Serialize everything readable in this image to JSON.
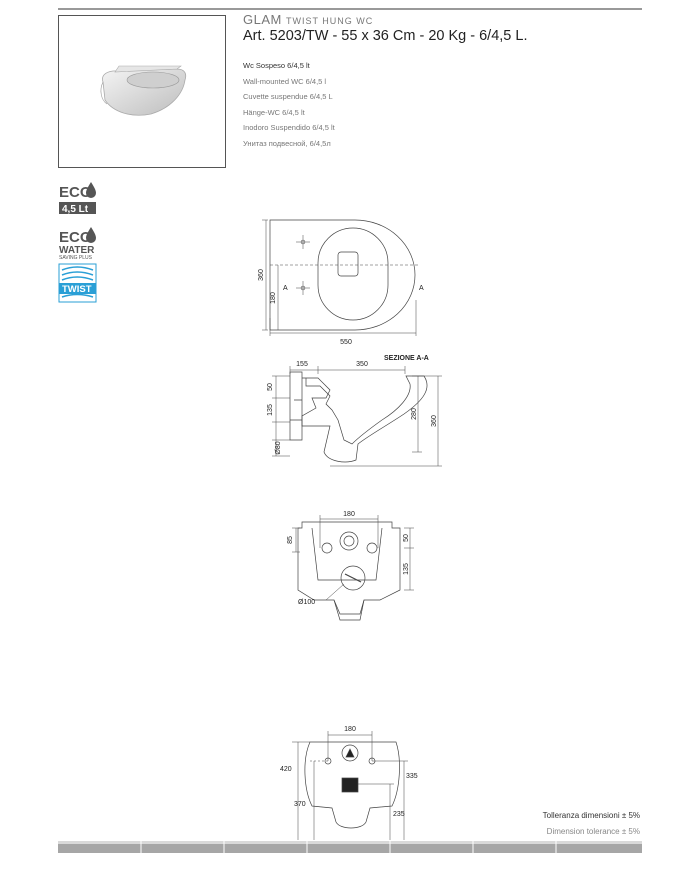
{
  "header": {
    "series_name": "GLAM",
    "series_sub": "TWIST HUNG WC",
    "article": "Art. 5203/TW - 55 x 36 Cm - 20 Kg - 6/4,5 L."
  },
  "descriptions": [
    "Wc Sospeso 6/4,5 lt",
    "Wall-mounted WC 6/4,5 l",
    "Cuvette suspendue 6/4,5 L",
    "Hänge-WC 6/4,5 lt",
    "Inodoro Suspendido 6/4,5 lt",
    "Унитаз подвесной, 6/4,5л"
  ],
  "badges": {
    "eco45_top": "ECO",
    "eco45_bottom": "4,5 Lt",
    "ecowater_top": "ECO",
    "ecowater_mid": "WATER",
    "ecowater_bottom": "SAVING PLUS",
    "twist": "TWIST",
    "eco_color": "#555555",
    "twist_color": "#2a9fd6"
  },
  "plan_view": {
    "dim_width": "550",
    "dim_height": "360",
    "dim_half": "180",
    "section_left": "A",
    "section_right": "A"
  },
  "section_view": {
    "title": "SEZIONE A-A",
    "dim_a": "155",
    "dim_b": "350",
    "dim_c": "50",
    "dim_d": "135",
    "dim_e": "Ø80",
    "dim_f": "280",
    "dim_g": "360"
  },
  "rear_view": {
    "dim_top": "180",
    "dim_left": "85",
    "dim_right_top": "50",
    "dim_right": "135",
    "dim_outlet": "Ø100"
  },
  "wall_view": {
    "dim_top": "180",
    "dim_left_outer": "420",
    "dim_left_inner": "370",
    "dim_right_top": "335",
    "dim_right_bottom": "235"
  },
  "tolerance": {
    "line_it": "Tolleranza dimensioni ± 5%",
    "line_en": "Dimension tolerance ± 5%"
  }
}
